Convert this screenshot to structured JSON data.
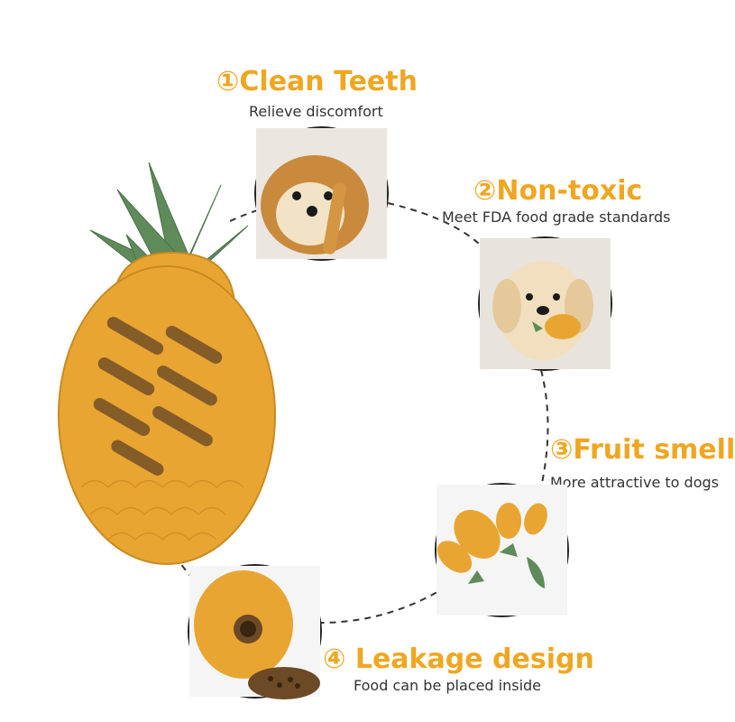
{
  "colors": {
    "accent": "#f0a621",
    "text": "#333333",
    "pineapple_body": "#e9a532",
    "pineapple_leaf": "#5f8a5a"
  },
  "features": [
    {
      "title": "①Clean Teeth",
      "subtitle": "Relieve discomfort",
      "image": "dog-chewing-stick-photo"
    },
    {
      "title": "②Non-toxic",
      "subtitle": "Meet FDA food grade standards",
      "image": "golden-retriever-with-toy-photo"
    },
    {
      "title": "③Fruit smell",
      "subtitle": "More attractive to dogs",
      "image": "pineapple-toys-group-photo"
    },
    {
      "title": "④ Leakage design",
      "subtitle": "Food can be placed inside",
      "image": "pineapple-with-kibble-photo"
    }
  ],
  "product": {
    "image": "pineapple-chew-toy"
  }
}
